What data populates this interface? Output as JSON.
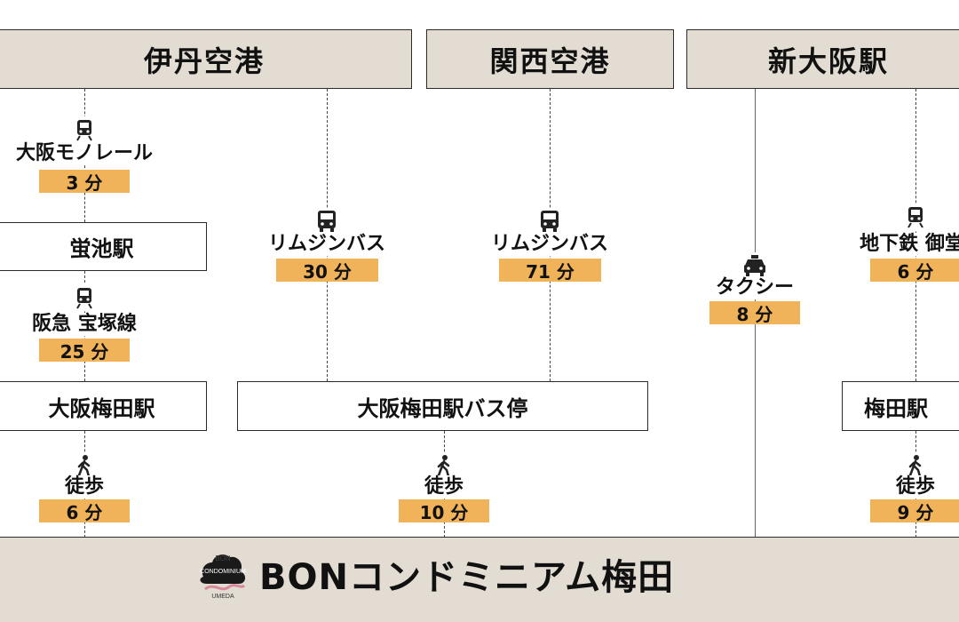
{
  "headers": {
    "itami": "伊丹空港",
    "kansai": "関西空港",
    "shinosaka": "新大阪駅"
  },
  "itami_route": {
    "step1_label": "大阪モノレール",
    "step1_time": "3 分",
    "station1": "蛍池駅",
    "step2_label": "阪急 宝塚線",
    "step2_time": "25 分",
    "station2": "大阪梅田駅",
    "walk_label": "徒歩",
    "walk_time": "6 分"
  },
  "itami_bus": {
    "label": "リムジンバス",
    "time": "30 分"
  },
  "kansai_bus": {
    "label": "リムジンバス",
    "time": "71 分"
  },
  "bus_stop": {
    "name": "大阪梅田駅バス停",
    "walk_label": "徒歩",
    "walk_time": "10 分"
  },
  "shinosaka_taxi": {
    "label": "タクシー",
    "time": "8 分"
  },
  "shinosaka_subway": {
    "label": "地下鉄 御堂筋",
    "time": "6 分",
    "station": "梅田駅",
    "walk_label": "徒歩",
    "walk_time": "9 分"
  },
  "footer": {
    "title": "BONコンドミニアム梅田",
    "logo_text": "BON",
    "logo_sub": "UMEDA",
    "logo_top": "CONDOMINIUM"
  },
  "colors": {
    "header_bg": "#e2dcd3",
    "time_tag": "#f0b35a"
  },
  "icons": [
    "train-icon",
    "bus-icon",
    "taxi-icon",
    "walk-icon"
  ]
}
